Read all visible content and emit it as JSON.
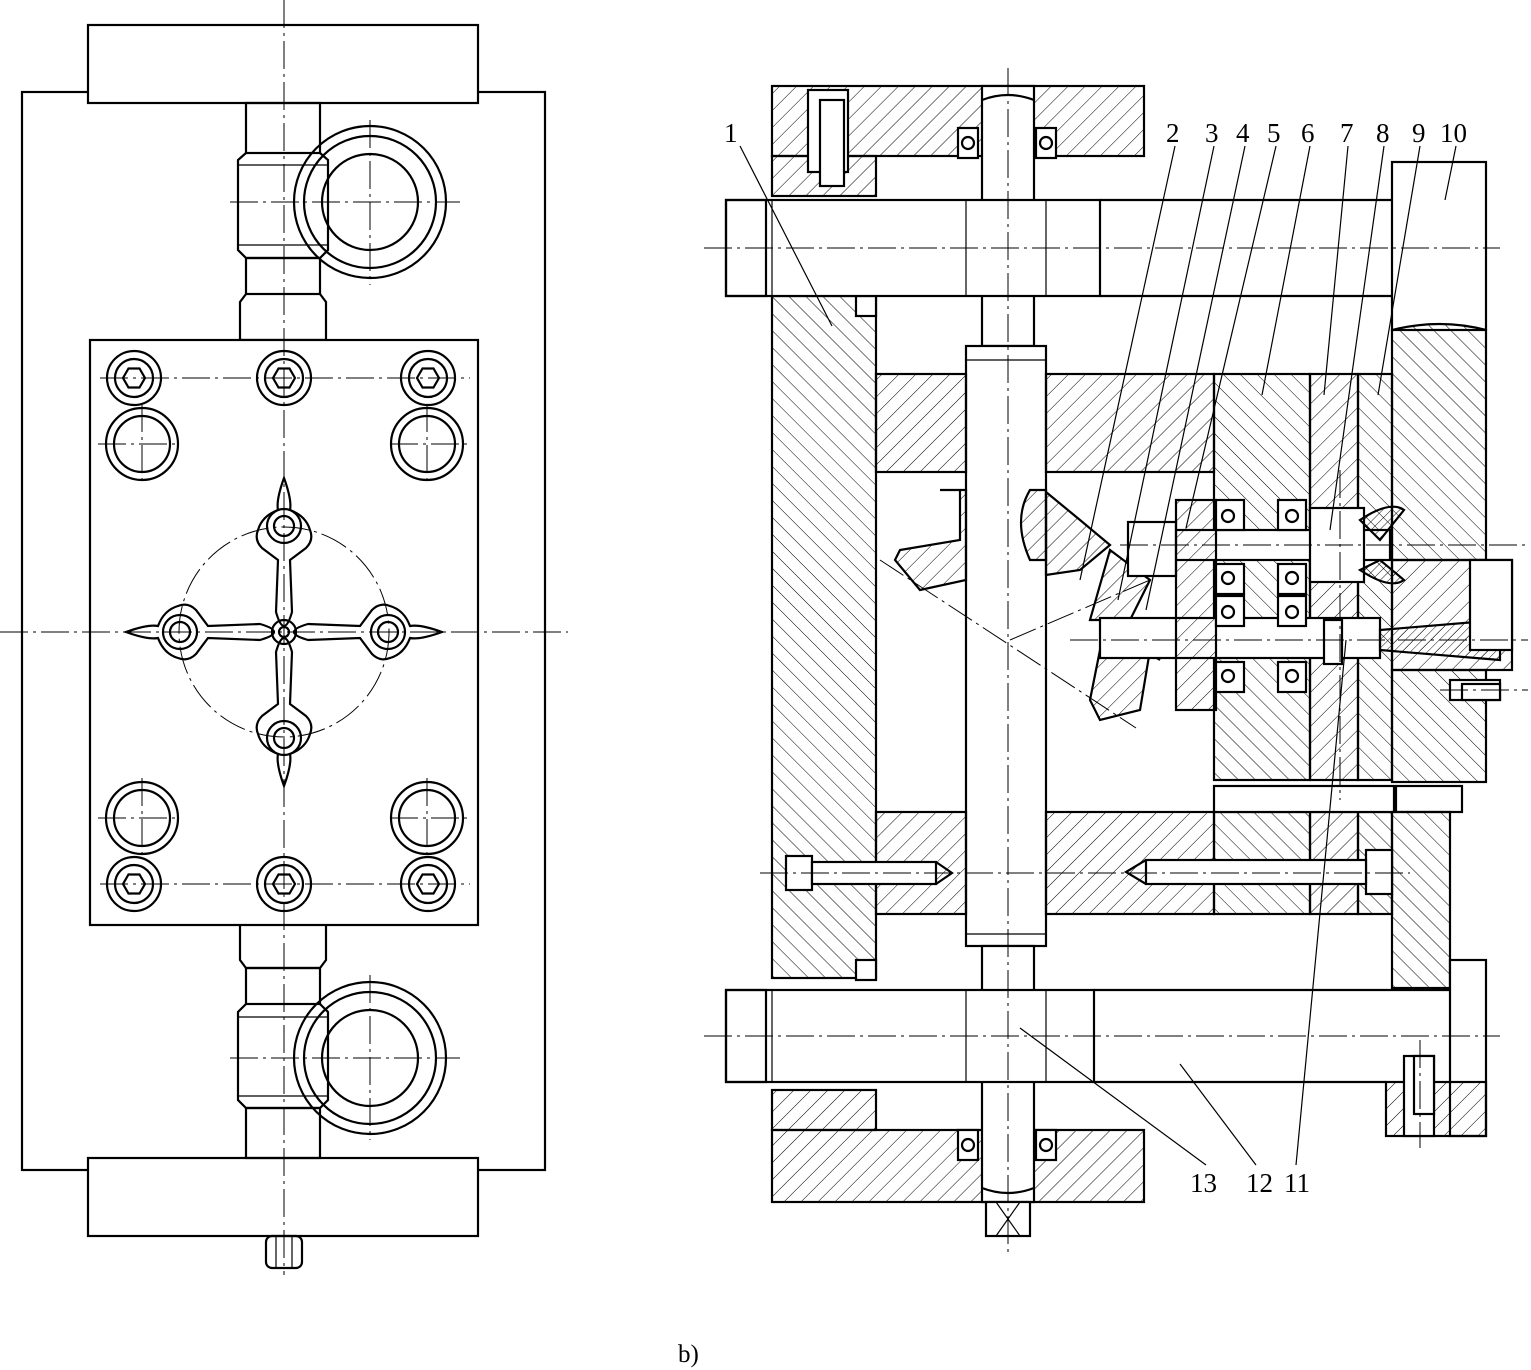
{
  "figure": {
    "caption": "b)",
    "callouts": [
      {
        "id": "c1",
        "text": "1"
      },
      {
        "id": "c2",
        "text": "2"
      },
      {
        "id": "c3",
        "text": "3"
      },
      {
        "id": "c4",
        "text": "4"
      },
      {
        "id": "c5",
        "text": "5"
      },
      {
        "id": "c6",
        "text": "6"
      },
      {
        "id": "c7",
        "text": "7"
      },
      {
        "id": "c8",
        "text": "8"
      },
      {
        "id": "c9",
        "text": "9"
      },
      {
        "id": "c10",
        "text": "10"
      },
      {
        "id": "c11",
        "text": "11"
      },
      {
        "id": "c12",
        "text": "12"
      },
      {
        "id": "c13",
        "text": "13"
      }
    ]
  }
}
